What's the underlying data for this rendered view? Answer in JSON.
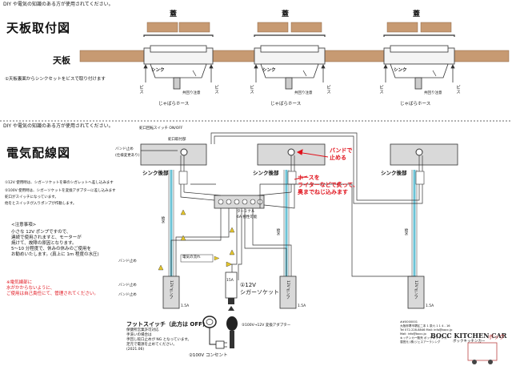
{
  "header_note": "DIY や電気の知識のある方が使用されてください。",
  "section_mid_note": "DIY や電気の知識のある方が使用されてください。",
  "top": {
    "title": "天板取付図",
    "lid_label": "蓋",
    "counter_label": "天板",
    "instruction": "①天板裏面からシンクセットをビスで取り付けます",
    "sink_label": "シンク",
    "caution": "共回り注意",
    "hose_label": "じゃばらホース",
    "screw_label": "ビス"
  },
  "wiring": {
    "title": "電気配線図",
    "faucet_switch": "蛇口回転スイッチ ON/OFF",
    "faucet_part": "蛇口取付部",
    "band_stop": "バンド止め",
    "band_stop_sub": "(仕様変更あり)",
    "sink_back": "シンク後部",
    "callout_band": "バンドで\n止める",
    "callout_hose": "ホースを\nライターなどで炙って、\n奥までねじ込みます",
    "notes_12v": [
      "①12V 使用時は、シガーソケットを車のシガレットへ差し込みます",
      "②100V 使用時は、シガーソケットを変換アダプターに差し込みます",
      "蛇口がスイッチになっています。",
      "他をとスイッチが入りポンプが作動します。"
    ],
    "caution_title": "<注意事項>",
    "caution_lines": [
      "小さな 12V ポンプですので、",
      "連続で使用されますと、モーターが",
      "焼けて、故障の原因となります。",
      "5～10 分程度で、休みの休みのご使用を",
      "お勧めいたします。(真上に 1m 程度の水圧)"
    ],
    "warning": "※電気線部に\n水がかからないように、\nご使用は自己責任にて、管理されてください。",
    "terminal": "ターミナル",
    "terminal_sub": "6A 極性可能",
    "electric_flow": "電気の流れ",
    "water_supply": "給水",
    "pump_label": "12V ポンプ",
    "amp_label": "1.5A",
    "fuse_15a": "15A",
    "cigar_label": "①12V\nシガーソケット",
    "adapter_label": "②100V→12V 変換アダプター",
    "outlet_label": "②100V コンセント",
    "foot_switch_title": "フットスイッチ（此方は OFF)",
    "foot_switch_lines": [
      "保健所営業許可対応",
      "手洗いの場合は",
      "手回し蛇口止めが NG となっています。",
      "足元で電源を止めてください。",
      "(2021.06)"
    ],
    "company_lines": [
      "##0000001",
      "大阪府堺市堺区二本 1 茶六 1 1 4 - 16",
      "Tel 072-228-8846 Mail: info@bocc.jp",
      "Mail: info@bocc.jp",
      "キッチンカー販売 ボックキッチンカー",
      "運営元 (株)ジェスアーラシング"
    ],
    "logo_text": "BOCC KITCHEN CAR",
    "logo_sub": "ボックキッチンカー",
    "kana_logo": "ボック"
  }
}
